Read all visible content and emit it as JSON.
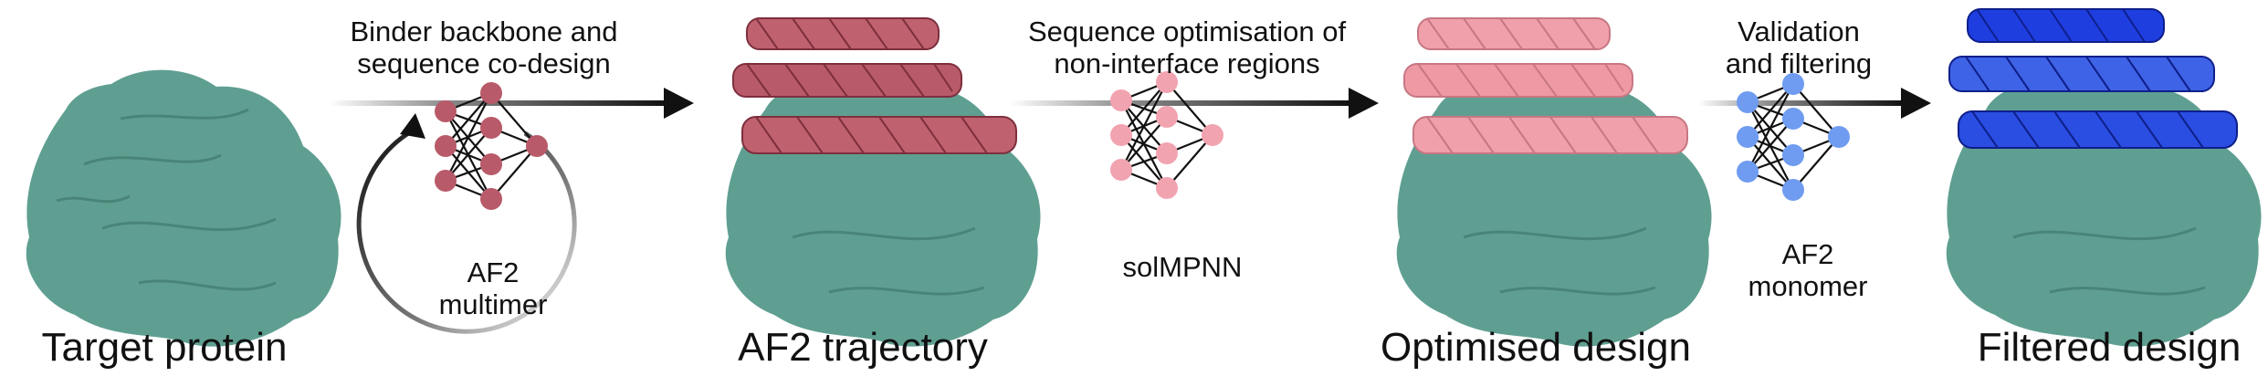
{
  "stages": [
    {
      "label": "Target protein"
    },
    {
      "label": "AF2 trajectory"
    },
    {
      "label": "Optimised design"
    },
    {
      "label": "Filtered design"
    }
  ],
  "arrows": [
    {
      "line1": "Binder backbone and",
      "line2": "sequence co-design"
    },
    {
      "line1": "Sequence optimisation of",
      "line2": "non-interface regions"
    },
    {
      "line1": "Validation",
      "line2": "and filtering"
    }
  ],
  "networks": [
    {
      "line1": "AF2",
      "line2": "multimer",
      "color": "#b85a69"
    },
    {
      "line1": "solMPNN",
      "line2": "",
      "color": "#f2a3b0"
    },
    {
      "line1": "AF2",
      "line2": "monomer",
      "color": "#6f9cf0"
    }
  ],
  "colors": {
    "target_surface": "#5f9f92",
    "trajectory_helix": "#c0616f",
    "optimised_helix": "#f0a0aa",
    "filtered_helix": "#1f3ee0",
    "arrow": "#111111"
  }
}
